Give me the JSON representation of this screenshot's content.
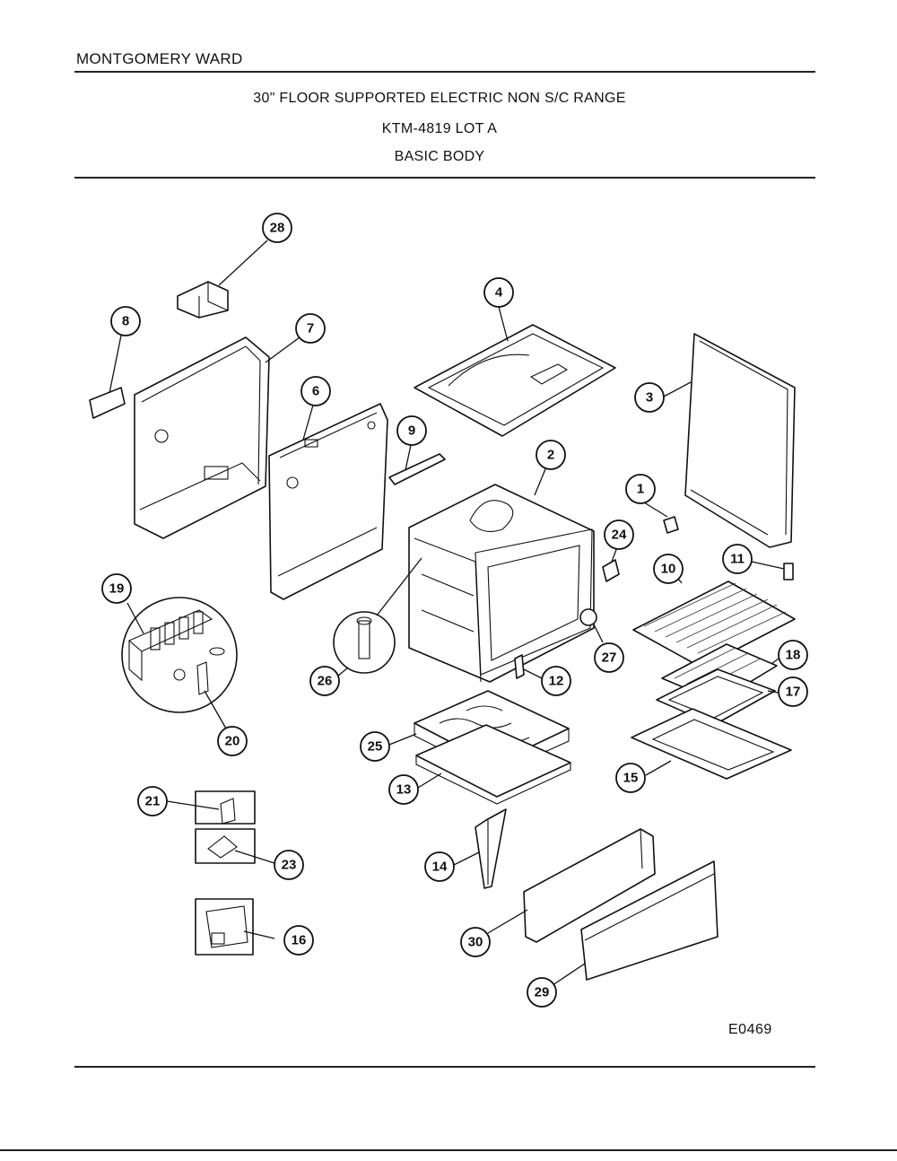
{
  "header": {
    "brand": "MONTGOMERY WARD",
    "title_line1": "30\" FLOOR SUPPORTED ELECTRIC NON S/C RANGE",
    "title_line2": "KTM-4819 LOT A",
    "title_line3": "BASIC BODY"
  },
  "diagram_code": "E0469",
  "callouts": {
    "c1": "1",
    "c2": "2",
    "c3": "3",
    "c4": "4",
    "c6": "6",
    "c7": "7",
    "c8": "8",
    "c9": "9",
    "c10": "10",
    "c11": "11",
    "c12": "12",
    "c13": "13",
    "c14": "14",
    "c15": "15",
    "c16": "16",
    "c17": "17",
    "c18": "18",
    "c19": "19",
    "c20": "20",
    "c21": "21",
    "c23": "23",
    "c24": "24",
    "c25": "25",
    "c26": "26",
    "c27": "27",
    "c28": "28",
    "c29": "29",
    "c30": "30"
  }
}
